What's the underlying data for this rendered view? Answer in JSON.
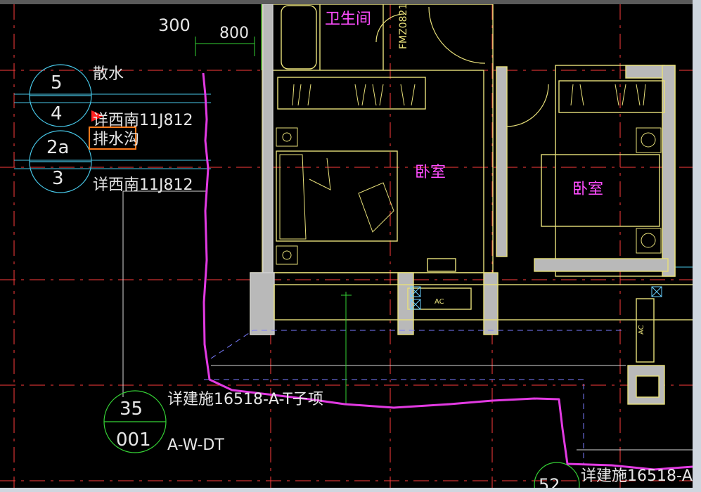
{
  "app": {
    "title": "CAD drawing viewer"
  },
  "labels": {
    "dim_300": "300",
    "dim_800": "800",
    "room_bathroom": "卫生间",
    "room_bedroom_1": "卧室",
    "room_bedroom_2": "卧室",
    "door_code": "FMZ0821",
    "ac_1": "AC",
    "ac_2": "AC",
    "callout_5": "5",
    "callout_4": "4",
    "callout_2a": "2a",
    "callout_3": "3",
    "callout_35": "35",
    "callout_001": "001",
    "callout_52": "52",
    "note_sanshui": "散水",
    "note_xinan_1": "详西南11J812",
    "note_paishuigou": "排水沟",
    "note_xinan_2": "详西南11J812",
    "note_jianshi_1": "详建施16518-A-T子项",
    "note_awdt": "A-W-DT",
    "note_jianshi_2": "详建施16518-A"
  },
  "colors": {
    "background": "#000000",
    "wall": "#e8e07a",
    "grid_red": "#ff3b3b",
    "callout_green": "#35d235",
    "line_cyan": "#47c6e6",
    "text_white": "#e6e6e6",
    "room_text": "#ff4dff",
    "magenta_path": "#e23ae2",
    "highlight_orange": "#ff7a1a"
  }
}
